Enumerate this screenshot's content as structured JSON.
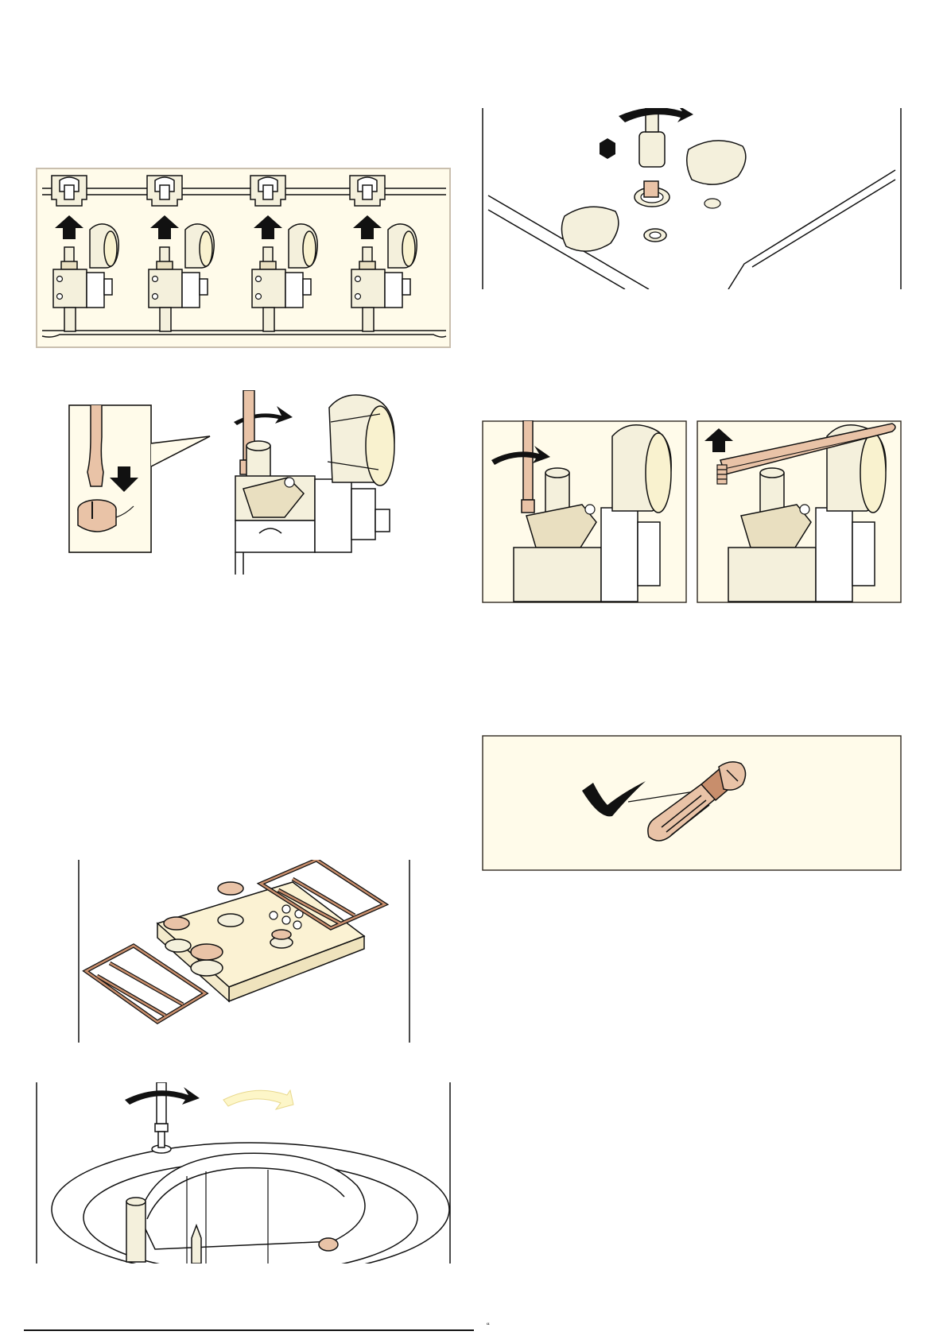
{
  "page": {
    "type": "installation-manual-illustration-page",
    "colors": {
      "panel_fill": "#fffbea",
      "panel_border": "#c9bfae",
      "metal": "#f4f0dc",
      "tan": "#e9c3a7",
      "line": "#111111",
      "ghost_arrow": "#fdf6c8"
    },
    "footer_mark": "“"
  },
  "figures": [
    {
      "id": "fig-valve-clips-row",
      "icons": [
        "up-arrow-icon",
        "up-arrow-icon",
        "up-arrow-icon",
        "up-arrow-icon"
      ]
    },
    {
      "id": "fig-screwdriver-valve",
      "icons": [
        "rotate-arrow-icon",
        "down-arrow-icon"
      ]
    },
    {
      "id": "fig-hob-exploded",
      "icons": []
    },
    {
      "id": "fig-burner-screw",
      "icons": [
        "rotate-arrow-icon",
        "rotate-arrow-ghost-icon"
      ]
    },
    {
      "id": "fig-injector-wrench",
      "icons": [
        "rotate-arrow-icon",
        "hexagon-icon"
      ]
    },
    {
      "id": "fig-bypass-screw-pair",
      "icons": [
        "rotate-arrow-icon",
        "up-arrow-icon"
      ]
    },
    {
      "id": "fig-bypass-screw-check",
      "icons": [
        "checkmark-icon"
      ]
    }
  ]
}
